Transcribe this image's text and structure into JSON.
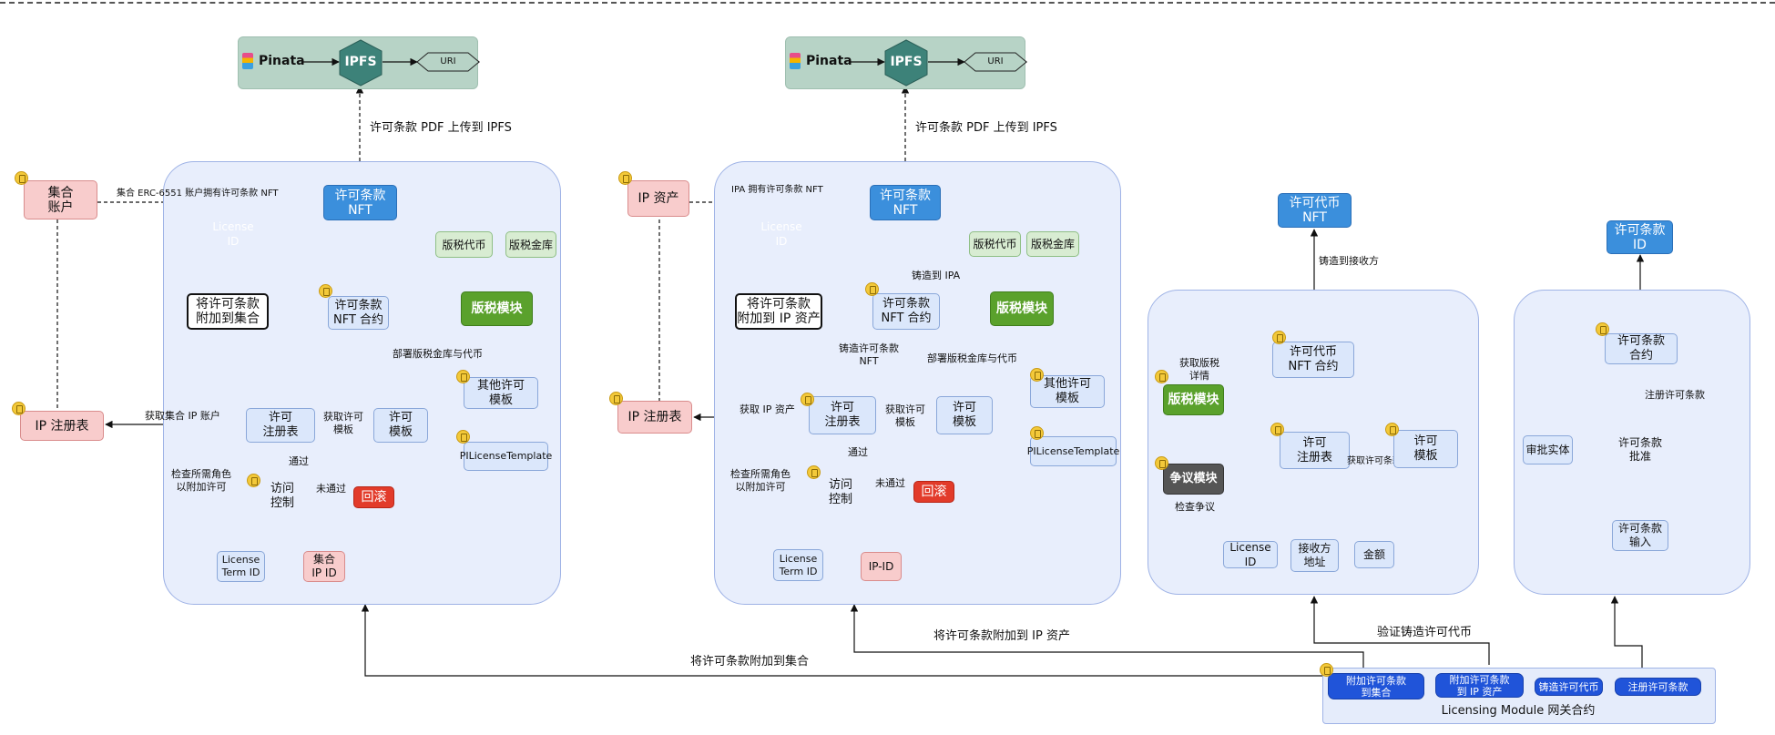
{
  "ipfs_groups": [
    {
      "pinata": "Pinata",
      "ipfs": "IPFS",
      "uri": "URI",
      "upload_label": "许可条款 PDF 上传到 IPFS"
    },
    {
      "pinata": "Pinata",
      "ipfs": "IPFS",
      "uri": "URI",
      "upload_label": "许可条款 PDF 上传到 IPFS"
    }
  ],
  "panel1": {
    "group_account": "集合\n账户",
    "ip_registry": "IP 注册表",
    "ownership_label": "集合 ERC-6551 账户拥有许可条款 NFT",
    "license_nft": "许可条款\nNFT",
    "license_id": "License ID",
    "attach": "将许可条款\n附加到集合",
    "nft_contract": "许可条款\nNFT 合约",
    "royalty_token": "版税代币",
    "royalty_vault": "版税金库",
    "royalty_module": "版税模块",
    "deploy_label": "部署版税金库与代币",
    "get_account_label": "获取集合 IP 账户",
    "registry": "许可\n注册表",
    "get_template_label": "获取许可\n模板",
    "template": "许可\n模板",
    "other_template": "其他许可\n模板",
    "pil_template": "PILicenseTemplate",
    "check_label": "检查所需角色\n以附加许可",
    "pass_label": "通过",
    "fail_label": "未通过",
    "access": "访问\n控制",
    "rollback": "回滚",
    "term_id": "License\nTerm ID",
    "ip_id": "集合\nIP ID"
  },
  "panel2": {
    "ip_asset": "IP 资产",
    "ip_registry": "IP 注册表",
    "ownership_label": "IPA 拥有许可条款 NFT",
    "license_nft": "许可条款\nNFT",
    "license_id": "License ID",
    "attach": "将许可条款\n附加到 IP 资产",
    "nft_contract": "许可条款\nNFT 合约",
    "mint_label": "铸造到 IPA",
    "mint_nft_label": "铸造许可条款\nNFT",
    "royalty_token": "版税代币",
    "royalty_vault": "版税金库",
    "royalty_module": "版税模块",
    "deploy_label": "部署版税金库与代币",
    "get_ip_label": "获取 IP 资产",
    "registry": "许可\n注册表",
    "get_template_label": "获取许可\n模板",
    "template": "许可\n模板",
    "other_template": "其他许可\n模板",
    "pil_template": "PILicenseTemplate",
    "check_label": "检查所需角色\n以附加许可",
    "pass_label": "通过",
    "fail_label": "未通过",
    "access": "访问\n控制",
    "rollback": "回滚",
    "term_id": "License\nTerm ID",
    "ip_id": "IP-ID"
  },
  "panel3": {
    "license_token": "许可代币\nNFT",
    "mint_to_label": "铸造到接收方",
    "token_contract": "许可代币\nNFT 合约",
    "get_royalty_label": "获取版税\n详情",
    "royalty_module": "版税模块",
    "dispute_module": "争议模块",
    "check_dispute_label": "检查争议",
    "registry": "许可\n注册表",
    "get_template_label": "获取许可条款",
    "template": "许可\n模板",
    "license_id": "License ID",
    "receiver": "接收方\n地址",
    "amount": "金额"
  },
  "panel4": {
    "terms_id": "许可条款\nID",
    "terms_contract": "许可条款\n合约",
    "register_label": "注册许可条款",
    "approve": "许可条款\n批准",
    "approver": "审批实体",
    "input": "许可条款\n输入"
  },
  "gateway": {
    "title": "Licensing Module 网关合约",
    "buttons": [
      "附加许可条款\n到集合",
      "附加许可条款\n到 IP 资产",
      "铸造许可代币",
      "注册许可条款"
    ],
    "attach_collection_label": "将许可条款附加到集合",
    "attach_ip_label": "将许可条款附加到 IP 资产",
    "verify_label": "验证铸造许可代币"
  }
}
